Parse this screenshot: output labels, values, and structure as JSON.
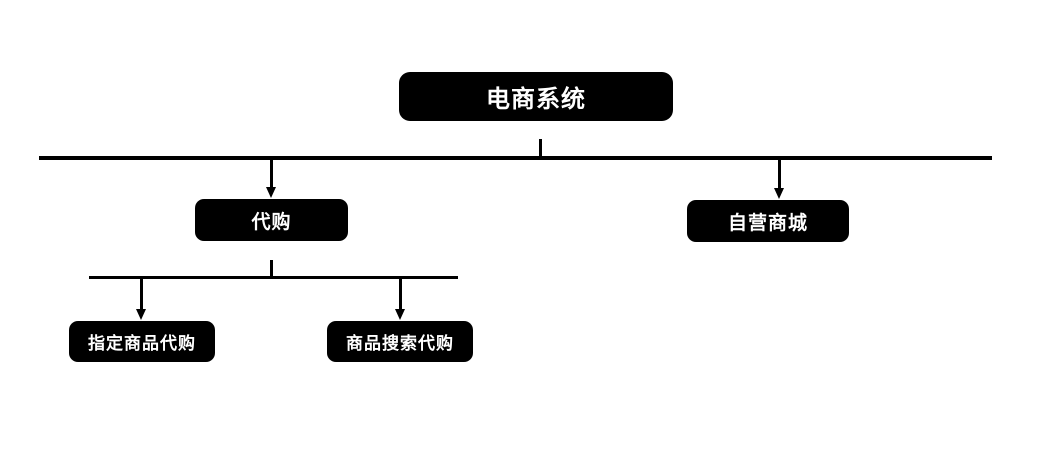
{
  "diagram": {
    "type": "tree-hierarchy",
    "background_color": "#ffffff",
    "node_fill_color": "#000000",
    "node_text_color": "#ffffff",
    "connector_color": "#000000",
    "root": {
      "id": "ecommerce-system",
      "label": "电商系统"
    },
    "level2": [
      {
        "id": "daigou",
        "label": "代购"
      },
      {
        "id": "ziying-shangcheng",
        "label": "自营商城"
      }
    ],
    "level3": [
      {
        "id": "zhiding-shangpin-daigou",
        "label": "指定商品代购",
        "parent": "daigou"
      },
      {
        "id": "shangpin-sousuo-daigou",
        "label": "商品搜索代购",
        "parent": "daigou"
      }
    ],
    "connectors": {
      "root_to_level2_rail": "horizontal-rail",
      "daigou_to_level3_rail": "horizontal-rail",
      "arrow_style": "solid-line-with-filled-triangle-head"
    }
  }
}
